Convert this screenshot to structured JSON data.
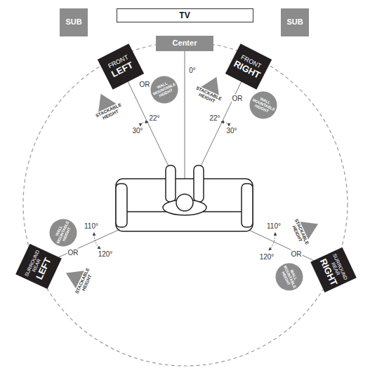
{
  "diagram": {
    "nodes": [
      {
        "text": [
          "SUB"
        ]
      },
      {
        "text": [
          "TV"
        ]
      },
      {
        "text": [
          "SUB"
        ]
      },
      {
        "text": [
          "Center"
        ]
      },
      {
        "text": [
          "FRONT",
          "LEFT"
        ]
      },
      {
        "text": [
          "FRONT",
          "RIGHT"
        ]
      },
      {
        "text": [
          "STACKABLE HEIGHT"
        ]
      },
      {
        "text": [
          "WALL MOUNTABLE HEIGHT"
        ]
      },
      {
        "text": [
          "STACKABLE HEIGHT"
        ]
      },
      {
        "text": [
          "WALL MOUNTABLE HEIGHT"
        ]
      },
      {
        "text": [
          "WALL MOUNTABLE HEIGHT"
        ]
      },
      {
        "text": [
          "STACKABLE HEIGHT"
        ]
      },
      {
        "text": [
          "SURROUND REAR",
          "LEFT"
        ]
      },
      {
        "text": [
          "STACKABLE HEIGHT"
        ]
      },
      {
        "text": [
          "WALL MOUNTABLE HEIGHT"
        ]
      },
      {
        "text": [
          "SURROUND REAR",
          "RIGHT"
        ]
      }
    ],
    "labels": [
      "0°",
      "OR",
      "OR",
      "22°",
      "22°",
      "30°",
      "30°",
      "110°",
      "110°",
      "OR",
      "OR",
      "120°",
      "120°"
    ]
  }
}
